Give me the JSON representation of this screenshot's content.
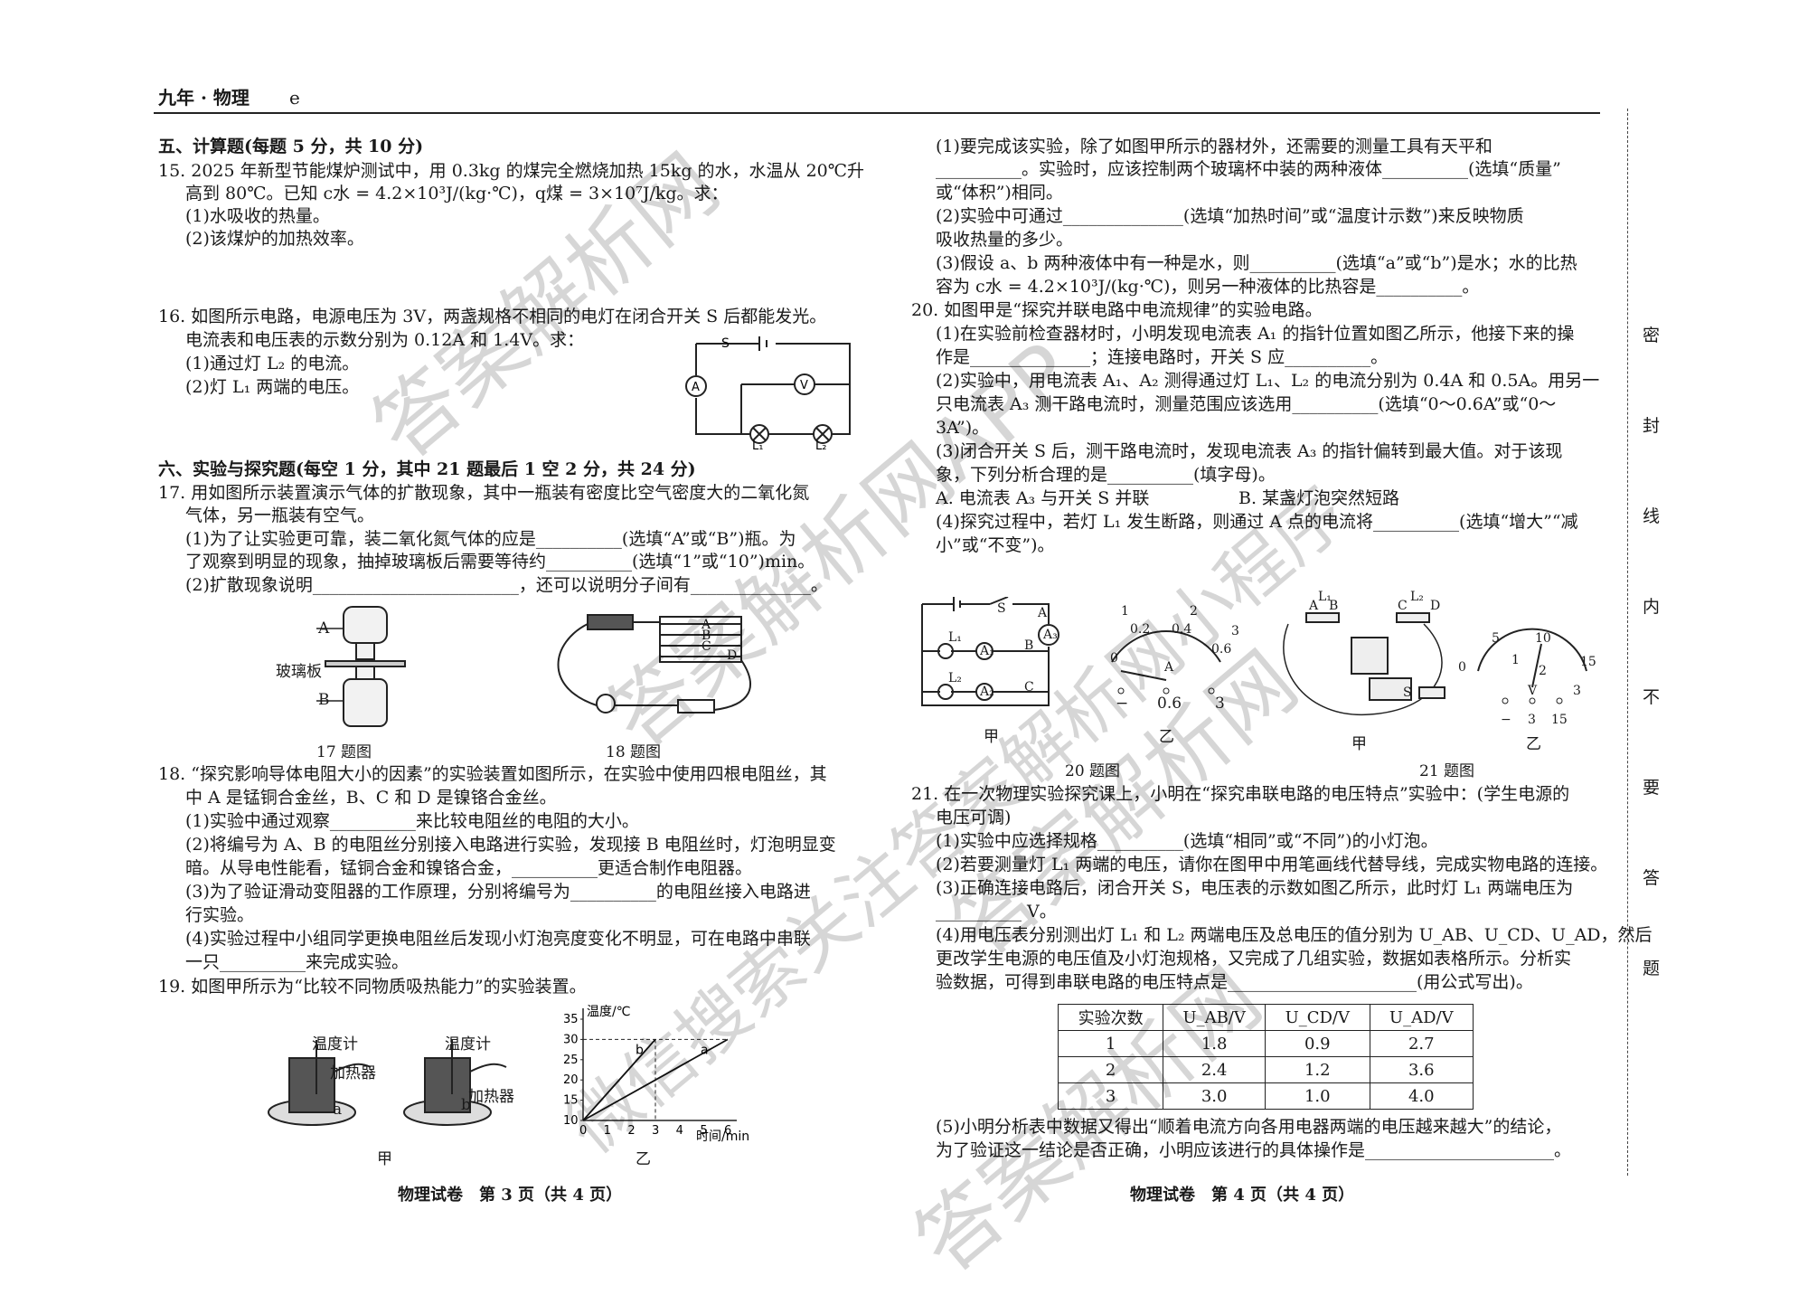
{
  "header": {
    "title": "九年 · 物理",
    "code": "e"
  },
  "left": {
    "s5": "五、计算题(每题 5 分，共 10 分)",
    "q15": [
      "15. 2025 年新型节能煤炉测试中，用 0.3kg 的煤完全燃烧加热 15kg 的水，水温从 20℃升",
      "高到 80℃。已知 c水 = 4.2×10³J/(kg·℃)，q煤 = 3×10⁷J/kg。求：",
      "(1)水吸收的热量。",
      "(2)该煤炉的加热效率。"
    ],
    "q16": [
      "16. 如图所示电路，电源电压为 3V，两盏规格不相同的电灯在闭合开关 S 后都能发光。",
      "电流表和电压表的示数分别为 0.12A 和 1.4V。求：",
      "(1)通过灯 L₂ 的电流。",
      "(2)灯 L₁ 两端的电压。"
    ],
    "s6": "六、实验与探究题(每空 1 分，其中 21 题最后 1 空 2 分，共 24 分)",
    "q17": [
      "17. 用如图所示装置演示气体的扩散现象，其中一瓶装有密度比空气密度大的二氧化氮",
      "气体，另一瓶装有空气。",
      "(1)为了让实验更可靠，装二氧化氮气体的应是__________(选填“A”或“B”)瓶。为",
      "了观察到明显的现象，抽掉玻璃板后需要等待约__________(选填“1”或“10”)min。",
      "(2)扩散现象说明________________________，还可以说明分子间有______________。"
    ],
    "fig17": {
      "A": "A",
      "glass": "玻璃板",
      "B": "B",
      "caption": "17 题图"
    },
    "fig18": {
      "labels": [
        "A",
        "B",
        "C",
        "D"
      ],
      "caption": "18 题图"
    },
    "q18": [
      "18. “探究影响导体电阻大小的因素”的实验装置如图所示，在实验中使用四根电阻丝，其",
      "中 A 是锰铜合金丝，B、C 和 D 是镍铬合金丝。",
      "(1)实验中通过观察__________来比较电阻丝的电阻的大小。",
      "(2)将编号为 A、B 的电阻丝分别接入电路进行实验，发现接 B 电阻丝时，灯泡明显变",
      "暗。从导电性能看，锰铜合金和镍铬合金，__________更适合制作电阻器。",
      "(3)为了验证滑动变阻器的工作原理，分别将编号为__________的电阻丝接入电路进",
      "行实验。",
      "(4)实验过程中小组同学更换电阻丝后发现小灯泡亮度变化不明显，可在电路中串联",
      "一只__________来完成实验。"
    ],
    "q19": "19. 如图甲所示为“比较不同物质吸热能力”的实验装置。",
    "fig19": {
      "thermo": "温度计",
      "heater": "加热器",
      "a": "a",
      "b": "b",
      "ylabel": "温度/℃",
      "xlabel": "时间/min",
      "jia": "甲",
      "yi": "乙"
    },
    "footer": "物理试卷　第 3 页（共 4 页）"
  },
  "right": {
    "q19cont": [
      "(1)要完成该实验，除了如图甲所示的器材外，还需要的测量工具有天平和",
      "__________。实验时，应该控制两个玻璃杯中装的两种液体__________(选填“质量”",
      "或“体积”)相同。",
      "(2)实验中可通过______________(选填“加热时间”或“温度计示数”)来反映物质",
      "吸收热量的多少。",
      "(3)假设 a、b 两种液体中有一种是水，则__________(选填“a”或“b”)是水；水的比热",
      "容为 c水 = 4.2×10³J/(kg·℃)，则另一种液体的比热容是__________。"
    ],
    "q20": [
      "20. 如图甲是“探究并联电路中电流规律”的实验电路。",
      "(1)在实验前检查器材时，小明发现电流表 A₁ 的指针位置如图乙所示，他接下来的操",
      "作是______________；连接电路时，开关 S 应__________。",
      "(2)实验中，用电流表 A₁、A₂ 测得通过灯 L₁、L₂ 的电流分别为 0.4A 和 0.5A。用另一",
      "只电流表 A₃ 测干路电流时，测量范围应该选用__________(选填“0～0.6A”或“0～",
      "3A”)。",
      "(3)闭合开关 S 后，测干路电流时，发现电流表 A₃ 的指针偏转到最大值。对于该现",
      "象，下列分析合理的是__________(填字母)。",
      "(4)探究过程中，若灯 L₁ 发生断路，则通过 A 点的电流将__________(选填“增大”“减",
      "小”或“不变”)。"
    ],
    "q20_optA": "A. 电流表 A₃ 与开关 S 并联",
    "q20_optB": "B. 某盏灯泡突然短路",
    "fig20": {
      "S": "S",
      "L1": "L₁",
      "L2": "L₂",
      "A1": "A₁",
      "A2": "A₂",
      "A3": "A₃",
      "A": "A",
      "B": "B",
      "C": "C",
      "jia": "甲",
      "yi": "乙",
      "meter": {
        "ticks": [
          "0",
          "0.2",
          "0.4",
          "0.6"
        ],
        "big": [
          "1",
          "2",
          "3"
        ],
        "unit": "A",
        "terms": [
          "−",
          "0.6",
          "3"
        ]
      },
      "caption": "20 题图"
    },
    "fig21": {
      "A": "A",
      "B": "B",
      "C": "C",
      "D": "D",
      "L1": "L₁",
      "L2": "L₂",
      "S": "S",
      "jia": "甲",
      "yi": "乙",
      "meter": {
        "small": [
          "0",
          "1",
          "2",
          "3"
        ],
        "big": [
          "5",
          "10",
          "15"
        ],
        "unit": "V",
        "terms": [
          "−",
          "3",
          "15"
        ]
      },
      "caption": "21 题图"
    },
    "q21": [
      "21. 在一次物理实验探究课上，小明在“探究串联电路的电压特点”实验中：(学生电源的",
      "电压可调)",
      "(1)实验中应选择规格__________(选填“相同”或“不同”)的小灯泡。",
      "(2)若要测量灯 L₁ 两端的电压，请你在图甲中用笔画线代替导线，完成实物电路的连接。",
      "(3)正确连接电路后，闭合开关 S，电压表的示数如图乙所示，此时灯 L₁ 两端电压为",
      "__________ V。",
      "(4)用电压表分别测出灯 L₁ 和 L₂ 两端电压及总电压的值分别为 U_AB、U_CD、U_AD，然后",
      "更改学生电源的电压值及小灯泡规格，又完成了几组实验，数据如表格所示。分析实",
      "验数据，可得到串联电路的电压特点是______________________(用公式写出)。"
    ],
    "table": {
      "headers": [
        "实验次数",
        "U_AB/V",
        "U_CD/V",
        "U_AD/V"
      ],
      "rows": [
        [
          "1",
          "1.8",
          "0.9",
          "2.7"
        ],
        [
          "2",
          "2.4",
          "1.2",
          "3.6"
        ],
        [
          "3",
          "3.0",
          "1.0",
          "4.0"
        ]
      ]
    },
    "q21_5": [
      "(5)小明分析表中数据又得出“顺着电流方向各用电器两端的电压越来越大”的结论，",
      "为了验证这一结论是否正确，小明应该进行的具体操作是______________________。"
    ],
    "footer": "物理试卷　第 4 页（共 4 页）"
  },
  "side": [
    "密",
    "封",
    "线",
    "内",
    "不",
    "要",
    "答",
    "题"
  ],
  "watermarks": [
    "答案解析网",
    "答案解析网APP",
    "答案解析网",
    "微信搜索关注答案解析网小程序",
    "答案解析网"
  ],
  "chart_data": {
    "type": "line",
    "title": "",
    "xlabel": "时间/min",
    "ylabel": "温度/℃",
    "x_ticks": [
      "0",
      "1",
      "2",
      "3",
      "4",
      "5",
      "6"
    ],
    "y_ticks": [
      "10",
      "15",
      "20",
      "25",
      "30",
      "35"
    ],
    "xlim": [
      0,
      6
    ],
    "ylim": [
      10,
      35
    ],
    "series": [
      {
        "name": "a",
        "x": [
          0,
          6
        ],
        "y": [
          10,
          30
        ]
      },
      {
        "name": "b",
        "x": [
          0,
          3
        ],
        "y": [
          10,
          30
        ]
      }
    ]
  }
}
